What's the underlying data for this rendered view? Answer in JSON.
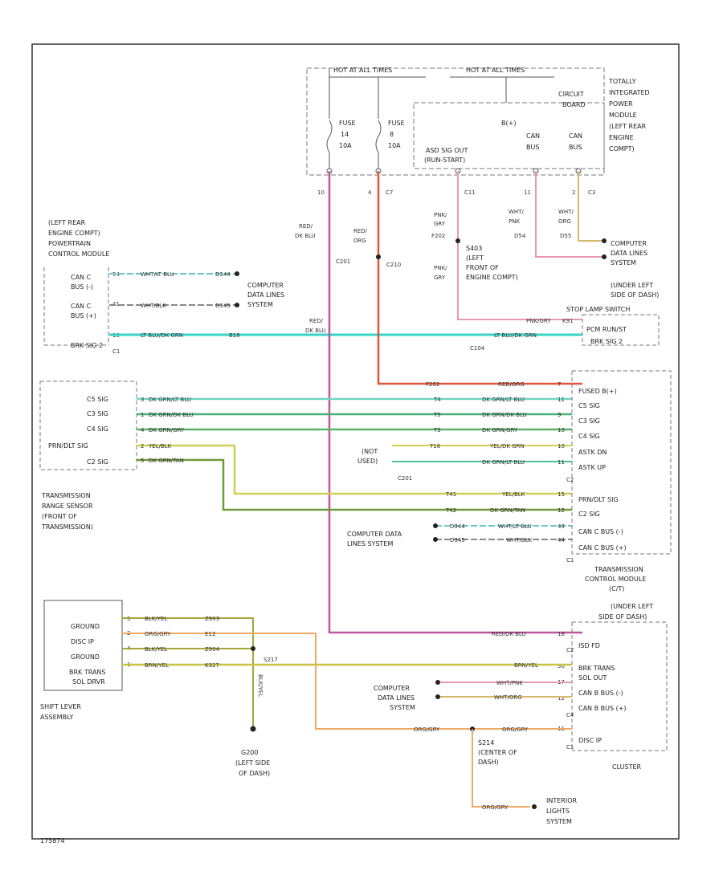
{
  "figure_id": "175874",
  "tipm": {
    "hot_at_all_times_1": "HOT AT ALL TIMES",
    "hot_at_all_times_2": "HOT AT ALL TIMES",
    "name_lines": [
      "TOTALLY",
      "INTEGRATED",
      "POWER",
      "MODULE",
      "(LEFT REAR",
      "ENGINE",
      "COMPT)"
    ],
    "circuit_board": [
      "CIRCUIT",
      "BOARD"
    ],
    "fuse_left": [
      "FUSE",
      "14",
      "10A"
    ],
    "fuse_right": [
      "FUSE",
      "8",
      "10A"
    ],
    "b_plus": "B(+)",
    "asd_out": [
      "ASD SIG OUT",
      "(RUN-START)"
    ],
    "can_bus_1": [
      "CAN",
      "BUS"
    ],
    "can_bus_2": [
      "CAN",
      "BUS"
    ],
    "pin_10": "10",
    "pin_4": "4",
    "pin_c7": "C7",
    "pin_c11": "C11",
    "pin_11": "11",
    "pin_2": "2",
    "pin_c3": "C3"
  },
  "pcm": {
    "name_lines": [
      "(LEFT REAR",
      "ENGINE COMPT)",
      "POWERTRAIN",
      "CONTROL MODULE"
    ],
    "can_c_minus": [
      "CAN C",
      "BUS (-)"
    ],
    "can_c_plus": [
      "CAN C",
      "BUS (+)"
    ],
    "brk_sig": "BRK SIG 2",
    "connector": "C1",
    "pins": [
      "54",
      "41",
      "19"
    ]
  },
  "wires": {
    "wht_blu": "WHT/LT BLU",
    "wht_blk": "WHT/BLK",
    "lt_blu_grn": "LT BLU/DK GRN",
    "red_dk_blu_v": [
      "RED/",
      "DK BLU"
    ],
    "red_org_v": [
      "RED/",
      "ORG"
    ],
    "pnk_gry_1": [
      "PNK/",
      "GRY"
    ],
    "pnk_gry_2": [
      "PNK/",
      "GRY"
    ],
    "wht_pnk": [
      "WHT/",
      "PNK"
    ],
    "wht_org": [
      "WHT/",
      "ORG"
    ],
    "red_dk_blu_h": [
      "RED/",
      "DK BLU"
    ],
    "red_org_h": "RED/ORG",
    "d344": "D344",
    "d345": "D345",
    "b18": "B18",
    "d54": "D54",
    "d55": "D55",
    "f202": "F202",
    "k91": "K91",
    "pnk_gry_h": "PNK/GRY",
    "dk_grn_lt_blu": "DK GRN/LT BLU",
    "dk_grn_dk_blu": "DK GRN/DK BLU",
    "dk_grn_gry": "DK GRN/GRY",
    "yel_blk": "YEL/BLK",
    "dk_grn_tan": "DK GRN/TAN",
    "yel_grn": "YEL/DK GRN",
    "dk_grn_lt_blu_2": "DK GRN/LT BLU",
    "red_dk_blu_tcm": "RED/DK BLU",
    "blk_yel": "BLK/YEL",
    "org_gry": "ORG/GRY",
    "brn_yel": "BRN/YEL",
    "wht_pnk_h": "WHT/PNK",
    "wht_org_h": "WHT/ORG",
    "org_gry_2": "ORG/GRY",
    "org_gry_3": "ORG/GRY",
    "org_gry_4": "ORG/GRY",
    "z903": "Z903",
    "e12": "E12",
    "z904": "Z904",
    "k327": "K327",
    "blk_yel_v": "BLK/YEL",
    "t4": "T4",
    "t5": "T5",
    "t3": "T3",
    "t41": "T41",
    "t42": "T42",
    "t16": "T16"
  },
  "splices": {
    "c201": "C201",
    "c210": "C210",
    "f202": "F202",
    "c104": "C104",
    "s217": "S217",
    "s214": [
      "S214",
      "(CENTER OF",
      "DASH)"
    ]
  },
  "s403": [
    "S403",
    "(LEFT",
    "FRONT OF",
    "ENGINE COMPT)"
  ],
  "under_left_dash": [
    "(UNDER LEFT",
    "SIDE OF DASH)",
    "STOP LAMP SWITCH"
  ],
  "stop_lamp_sw": [
    "PCM RUN/ST",
    "BRK SIG 2"
  ],
  "computer_data_lines": "COMPUTER DATA LINES SYSTEM",
  "comp_data_1": [
    "COMPUTER",
    "DATA LINES",
    "SYSTEM"
  ],
  "comp_data_2": [
    "COMPUTER",
    "DATA LINES",
    "SYSTEM"
  ],
  "comp_data_3": [
    "COMPUTER DATA",
    "LINES SYSTEM"
  ],
  "comp_data_4": [
    "COMPUTER",
    "DATA LINES",
    "SYSTEM"
  ],
  "trs": {
    "c5_sig": "C5 SIG",
    "c3_sig": "C3 SIG",
    "c4_sig": "C4 SIG",
    "prnd_sig": "PRN/DLT SIG",
    "c2_sig": "C2 SIG",
    "name_lines": [
      "TRANSMISSION",
      "RANGE SENSOR",
      "(FRONT OF",
      "TRANSMISSION)"
    ],
    "pins": [
      "3",
      "1",
      "4",
      "2",
      "5"
    ]
  },
  "tcm": {
    "pins_left": [
      "FUSED B(+)",
      "C5 SIG",
      "C3 SIG",
      "C4 SIG",
      "ASTK DN",
      "ASTK UP"
    ],
    "c2": "C2",
    "pins_2": [
      "PRN/DLT SIG",
      "C2 SIG",
      "CAN C BUS (-)",
      "CAN C BUS (+)"
    ],
    "c1": "C1",
    "name_lines": [
      "TRANSMISSION",
      "CONTROL MODULE",
      "(C/T)"
    ],
    "not_used": [
      "(NOT",
      "USED)"
    ],
    "c201_lbl": "C201",
    "nums": [
      "7",
      "11",
      "9",
      "10",
      "10",
      "11",
      "15",
      "12",
      "43",
      "44"
    ]
  },
  "cluster": {
    "under_left": [
      "(UNDER LEFT",
      "SIDE OF DASH)"
    ],
    "pins": [
      "ISD FD",
      "BRK TRANS",
      "SOL OUT",
      "CAN B BUS (-)",
      "CAN B BUS (+)",
      "DISC IP"
    ],
    "c2": "C2",
    "c4": "C4",
    "c1": "C1",
    "name": "CLUSTER",
    "nums": [
      "18",
      "30",
      "17",
      "12",
      "11"
    ]
  },
  "shift_lever": {
    "pins": [
      "GROUND",
      "DISC IP",
      "GROUND",
      "BRK TRANS",
      "SOL DRVR"
    ],
    "name_lines": [
      "SHIFT LEVER",
      "ASSEMBLY"
    ],
    "nums": [
      "3",
      "2",
      "4",
      "1"
    ]
  },
  "g200": [
    "G200",
    "(LEFT SIDE",
    "OF DASH)"
  ],
  "interior_lights": [
    "INTERIOR",
    "LIGHTS",
    "SYSTEM"
  ]
}
